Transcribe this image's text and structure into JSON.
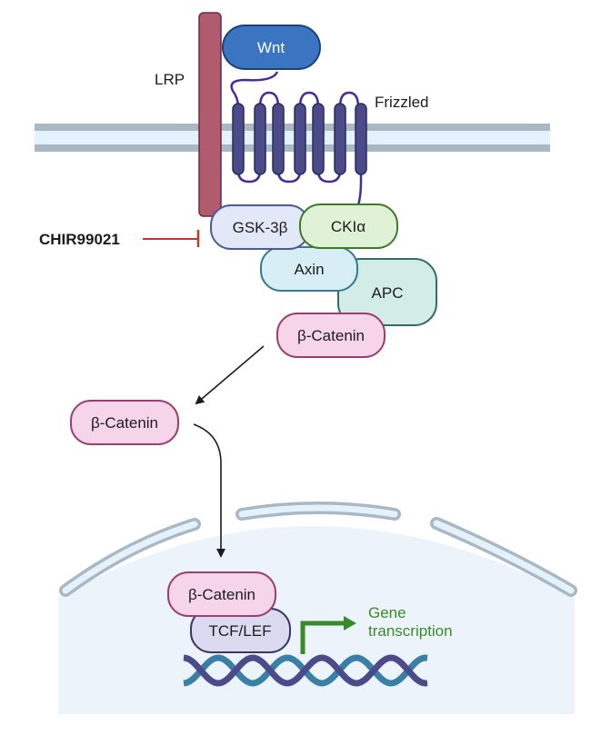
{
  "diagram": {
    "title": "Wnt/β-catenin signaling pathway",
    "labels": {
      "lrp": "LRP",
      "wnt": "Wnt",
      "frizzled": "Frizzled",
      "inhibitor": "CHIR99021",
      "gsk3b": "GSK-3β",
      "ck1a": "CKIα",
      "axin": "Axin",
      "apc": "APC",
      "bcat_complex": "β-Catenin",
      "bcat_cytoplasm": "β-Catenin",
      "bcat_nucleus": "β-Catenin",
      "tcf_lef": "TCF/LEF",
      "gene_line1": "Gene",
      "gene_line2": "transcription"
    },
    "colors": {
      "lrp_fill": "#b05b6e",
      "lrp_stroke": "#6b2a3a",
      "wnt_fill": "#3b74c1",
      "wnt_stroke": "#1d3f7a",
      "frizzled_fill": "#4b4b8a",
      "frizzled_stroke": "#2a2a5e",
      "frizzled_loop": "#4a2a9a",
      "membrane_outer": "#aab8c4",
      "membrane_inner": "#e4f2ff",
      "inhibitor_line": "#c0392b",
      "gsk_fill": "#e3e8f8",
      "gsk_stroke": "#4a5aa0",
      "ck_fill": "#dff2d6",
      "ck_stroke": "#3f7a2a",
      "axin_fill": "#d8eef5",
      "axin_stroke": "#3a7a90",
      "apc_fill": "#d3ece6",
      "apc_stroke": "#2f6f66",
      "bcat_fill": "#f6d4ea",
      "bcat_stroke": "#9c3f70",
      "tcf_fill": "#dcdaf0",
      "tcf_stroke": "#3b3766",
      "nucleus_fill": "#ecf3fb",
      "envelope_fill": "#e4f2ff",
      "envelope_stroke": "#aab8c4",
      "arrow": "#1c1c1c",
      "gene_green": "#3a8a2a",
      "dna_strand_a": "#4b4b8a",
      "dna_strand_b": "#3a7fa5"
    }
  }
}
